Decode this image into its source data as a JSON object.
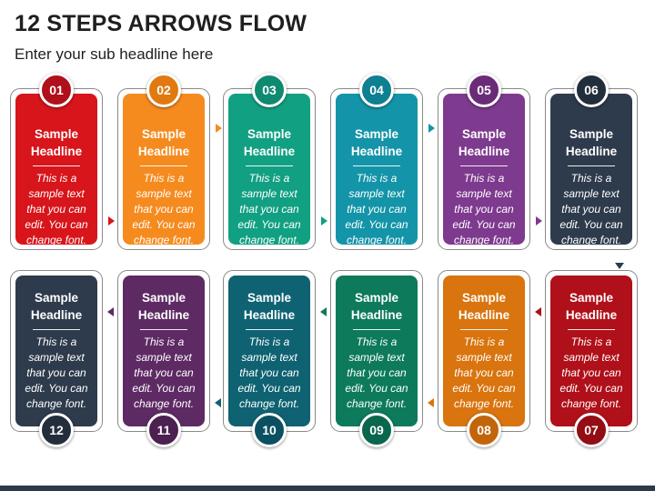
{
  "title": "12 STEPS ARROWS FLOW",
  "subtitle": "Enter your sub headline here",
  "top_steps": [
    {
      "number": "01",
      "headline": "Sample Headline",
      "text": "This is a sample text that you can edit. You can change font.",
      "color": "#d7151b",
      "badge_color": "#b0101a"
    },
    {
      "number": "02",
      "headline": "Sample Headline",
      "text": "This is a sample text that you can edit. You can change font.",
      "color": "#f58b1f",
      "badge_color": "#e07a10"
    },
    {
      "number": "03",
      "headline": "Sample Headline",
      "text": "This is a sample text that you can edit. You can change font.",
      "color": "#12a082",
      "badge_color": "#0e8a70"
    },
    {
      "number": "04",
      "headline": "Sample Headline",
      "text": "This is a sample text that you can edit. You can change font.",
      "color": "#1494a8",
      "badge_color": "#0f7f92"
    },
    {
      "number": "05",
      "headline": "Sample Headline",
      "text": "This is a sample text that you can edit. You can change font.",
      "color": "#7e3a8e",
      "badge_color": "#6a2c79"
    },
    {
      "number": "06",
      "headline": "Sample Headline",
      "text": "This is a sample text that you can edit. You can change font.",
      "color": "#2e3b4c",
      "badge_color": "#232e3c"
    }
  ],
  "bottom_steps": [
    {
      "number": "12",
      "headline": "Sample Headline",
      "text": "This is a sample text that you can edit. You can change font.",
      "color": "#2e3b4c",
      "badge_color": "#232e3c"
    },
    {
      "number": "11",
      "headline": "Sample Headline",
      "text": "This is a sample text that you can edit. You can change font.",
      "color": "#5e2a64",
      "badge_color": "#4c2050"
    },
    {
      "number": "10",
      "headline": "Sample Headline",
      "text": "This is a sample text that you can edit. You can change font.",
      "color": "#0f6272",
      "badge_color": "#0b5060"
    },
    {
      "number": "09",
      "headline": "Sample Headline",
      "text": "This is a sample text that you can edit. You can change font.",
      "color": "#0d7a5c",
      "badge_color": "#0a664c"
    },
    {
      "number": "08",
      "headline": "Sample Headline",
      "text": "This is a sample text that you can edit. You can change font.",
      "color": "#d9740e",
      "badge_color": "#c2650a"
    },
    {
      "number": "07",
      "headline": "Sample Headline",
      "text": "This is a sample text that you can edit. You can change font.",
      "color": "#b01019",
      "badge_color": "#940c14"
    }
  ]
}
